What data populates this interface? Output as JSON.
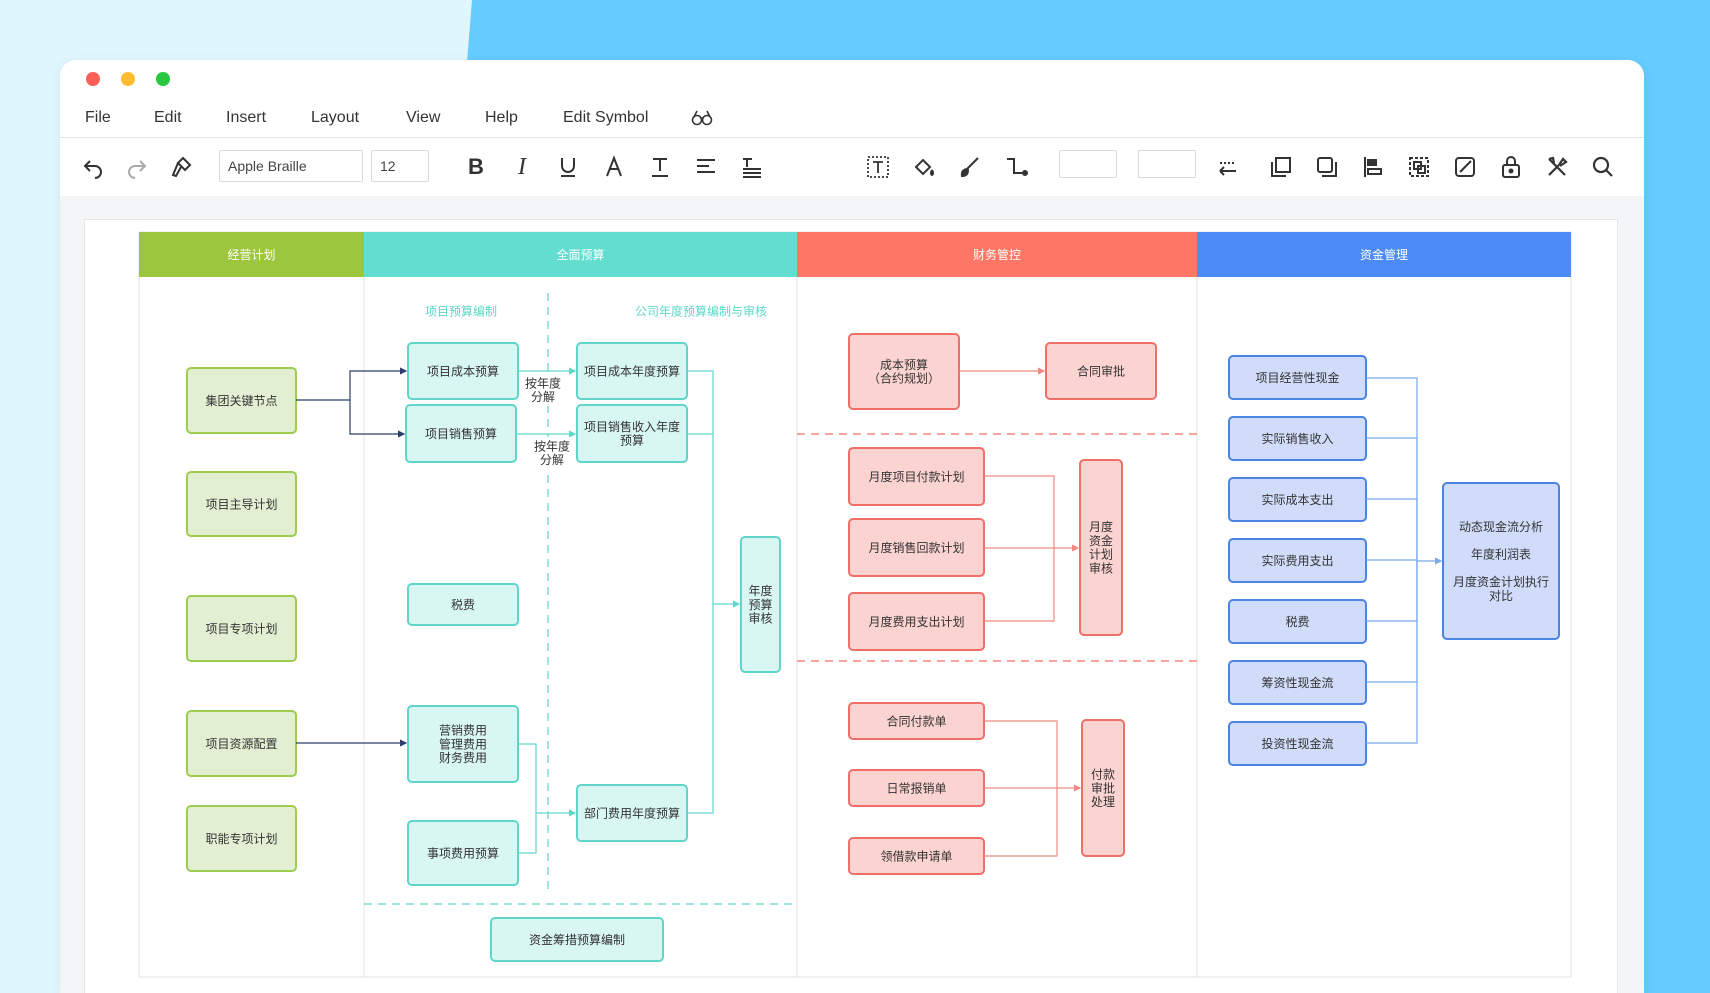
{
  "window_controls": {
    "close": "#fe5f57",
    "minimize": "#febc2e",
    "zoom": "#28c840"
  },
  "menu": [
    "File",
    "Edit",
    "Insert",
    "Layout",
    "View",
    "Help",
    "Edit Symbol"
  ],
  "menu_icon": "binoculars-icon",
  "toolbar": {
    "font_name": "Apple Braille",
    "font_size": "12",
    "icons": [
      "undo-icon",
      "redo-icon",
      "format-painter-icon",
      "bold-icon",
      "italic-icon",
      "underline-icon",
      "font-color-icon",
      "text-style-icon",
      "align-icon",
      "line-spacing-icon",
      "text-box-icon",
      "fill-icon",
      "line-color-icon",
      "connector-icon",
      "line-style-icon",
      "bring-front-icon",
      "shadow-icon",
      "align-objects-icon",
      "group-icon",
      "edit-shape-icon",
      "lock-icon",
      "tools-icon",
      "search-icon"
    ]
  },
  "colors": {
    "green": "#9dc63f",
    "teal": "#62ddd0",
    "red": "#fe7766",
    "blue": "#4c8bf5"
  },
  "lanes": [
    {
      "title": "经营计划"
    },
    {
      "title": "全面预算"
    },
    {
      "title": "财务管控"
    },
    {
      "title": "资金管理"
    }
  ],
  "sublabels": [
    "项目预算编制",
    "公司年度预算编制与审核"
  ],
  "edge_labels": [
    "按年度\n分解",
    "按年度\n分解"
  ],
  "nodes": {
    "plan": [
      "集团关键节点",
      "项目主导计划",
      "项目专项计划",
      "项目资源配置",
      "职能专项计划"
    ],
    "budget": [
      "项目成本预算",
      "项目销售预算",
      "税费",
      "营销费用\n管理费用\n财务费用",
      "事项费用预算",
      "项目成本年度预算",
      "项目销售收入年度\n预算",
      "部门费用年度预算",
      "年度\n预算\n审核",
      "资金筹措预算编制"
    ],
    "control": [
      "成本预算\n（合约规划）",
      "合同审批",
      "月度项目付款计划",
      "月度销售回款计划",
      "月度费用支出计划",
      "月度\n资金\n计划\n审核",
      "合同付款单",
      "日常报销单",
      "领借款申请单",
      "付款\n审批\n处理"
    ],
    "fund": [
      "项目经营性现金",
      "实际销售收入",
      "实际成本支出",
      "实际费用支出",
      "税费",
      "筹资性现金流",
      "投资性现金流",
      "动态现金流分析\n\n年度利润表\n\n月度资金计划执行\n对比"
    ]
  }
}
